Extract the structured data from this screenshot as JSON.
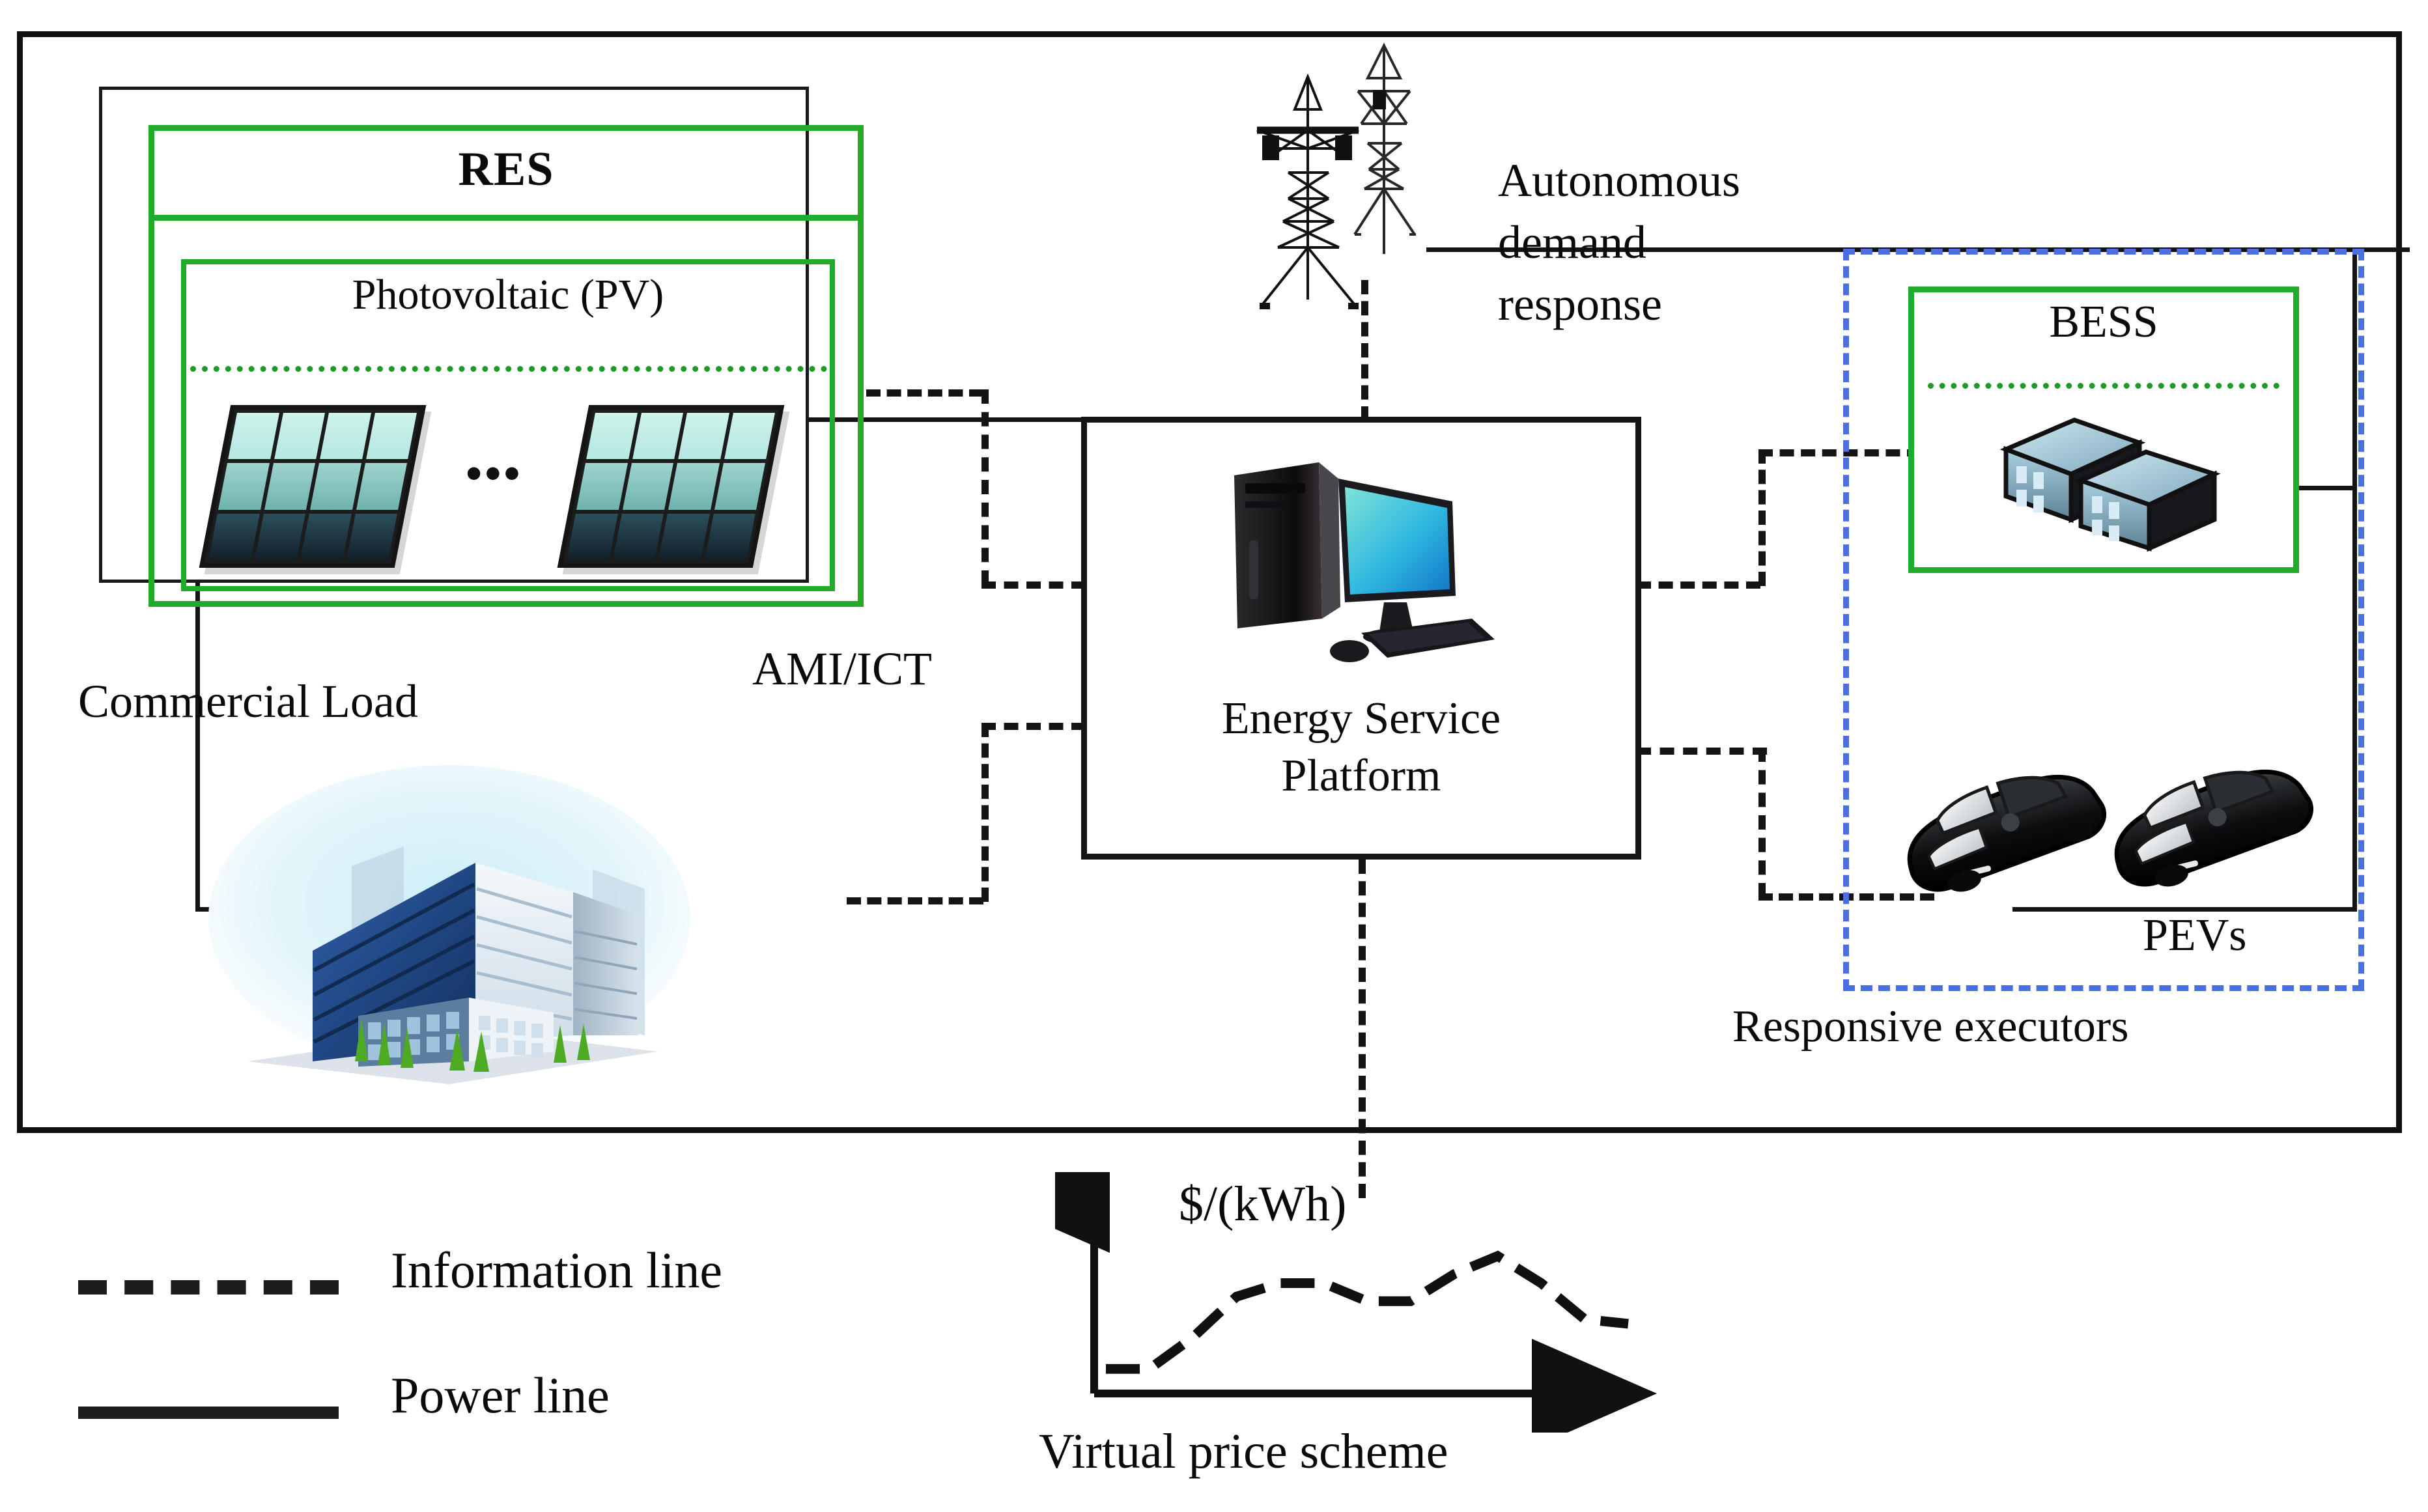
{
  "diagram": {
    "title": "Energy service platform architecture for commercial building demand response",
    "outer_frame": {
      "name": "system-boundary"
    },
    "res": {
      "title": "RES",
      "pv": {
        "title": "Photovoltaic (PV)",
        "ellipsis": "•••",
        "panel_count_shown": 2
      }
    },
    "commercial_load": {
      "label": "Commercial  Load"
    },
    "platform": {
      "label": "Energy Service\nPlatform",
      "line1": "Energy Service",
      "line2": "Platform"
    },
    "ami": {
      "label": "AMI/ICT"
    },
    "autonomous_dr": {
      "line1": "Autonomous",
      "line2": "demand",
      "line3": "response"
    },
    "responsive_executors": {
      "label": "Responsive executors",
      "bess": {
        "title": "BESS"
      },
      "pevs": {
        "label": "PEVs"
      }
    }
  },
  "legend": {
    "items": [
      {
        "style": "dashed",
        "label": "Information line"
      },
      {
        "style": "solid",
        "label": "Power line"
      }
    ]
  },
  "chart_data": {
    "type": "line",
    "title": "$/(kWh)",
    "caption": "Virtual price scheme",
    "xlabel": "",
    "ylabel": "$/(kWh)",
    "grid": false,
    "legend": "none",
    "linestyle": "dashed",
    "x": [
      0,
      1,
      2,
      3,
      4,
      5,
      6,
      7,
      8,
      9,
      10,
      11,
      12
    ],
    "values": [
      0.08,
      0.08,
      0.22,
      0.4,
      0.46,
      0.46,
      0.38,
      0.38,
      0.5,
      0.58,
      0.46,
      0.3,
      0.28
    ],
    "xlim": [
      0,
      12
    ],
    "ylim": [
      0,
      0.75
    ],
    "notes": "Dashed time-of-use style price curve with two peaks"
  },
  "colors": {
    "green_box": "#22ab2b",
    "blue_dashed": "#4a6fe3",
    "line_black": "#141414",
    "background": "#ffffff"
  },
  "icons": {
    "tower": "transmission-tower-icon",
    "computer": "desktop-computer-icon",
    "building": "office-building-icon",
    "battery": "battery-storage-icon",
    "car": "electric-car-icon",
    "solar": "solar-panel-icon"
  }
}
